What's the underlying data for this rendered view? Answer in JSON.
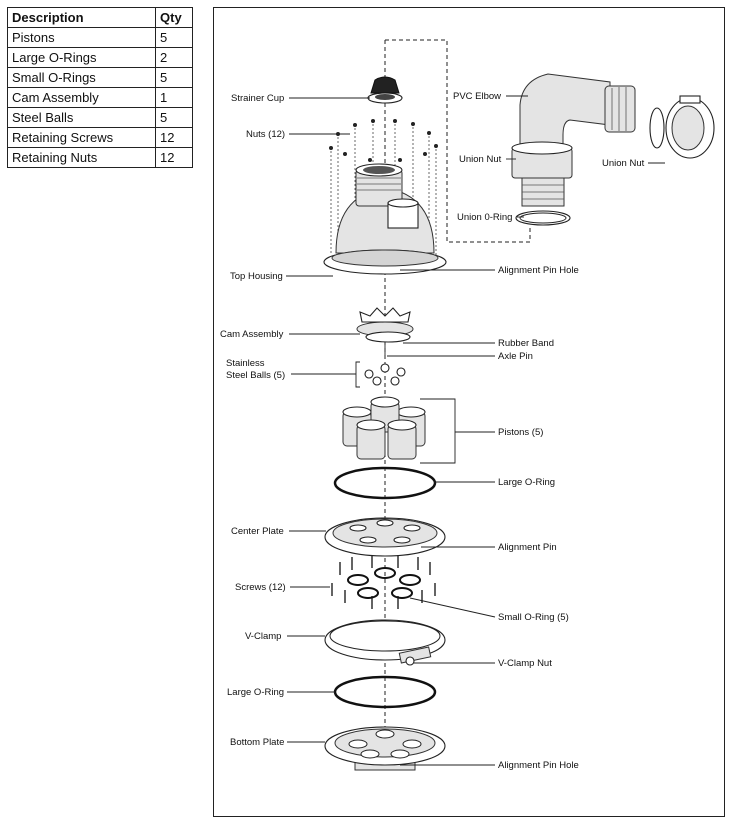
{
  "parts_table": {
    "headers": {
      "description": "Description",
      "qty": "Qty"
    },
    "rows": [
      {
        "description": "Pistons",
        "qty": "5"
      },
      {
        "description": "Large O-Rings",
        "qty": "2"
      },
      {
        "description": "Small O-Rings",
        "qty": "5"
      },
      {
        "description": "Cam Assembly",
        "qty": "1"
      },
      {
        "description": "Steel Balls",
        "qty": "5"
      },
      {
        "description": "Retaining Screws",
        "qty": "12"
      },
      {
        "description": "Retaining Nuts",
        "qty": "12"
      }
    ]
  },
  "labels": {
    "strainer_cup": "Strainer Cup",
    "nuts": "Nuts (12)",
    "pvc_elbow": "PVC Elbow",
    "union_nut_left": "Union Nut",
    "union_nut_right": "Union Nut",
    "union_oring": "Union 0-Ring",
    "top_housing": "Top Housing",
    "alignment_pin_hole_top": "Alignment Pin Hole",
    "cam_assembly": "Cam Assembly",
    "rubber_band": "Rubber Band",
    "axle_pin": "Axle Pin",
    "steel_balls_line1": "Stainless",
    "steel_balls_line2": "Steel Balls (5)",
    "pistons": "Pistons (5)",
    "large_oring_upper": "Large O-Ring",
    "center_plate": "Center Plate",
    "alignment_pin": "Alignment Pin",
    "screws": "Screws (12)",
    "small_oring": "Small O-Ring (5)",
    "v_clamp": "V-Clamp",
    "v_clamp_nut": "V-Clamp Nut",
    "large_oring_lower": "Large O-Ring",
    "bottom_plate": "Bottom Plate",
    "alignment_pin_hole_bottom": "Alignment Pin Hole"
  }
}
